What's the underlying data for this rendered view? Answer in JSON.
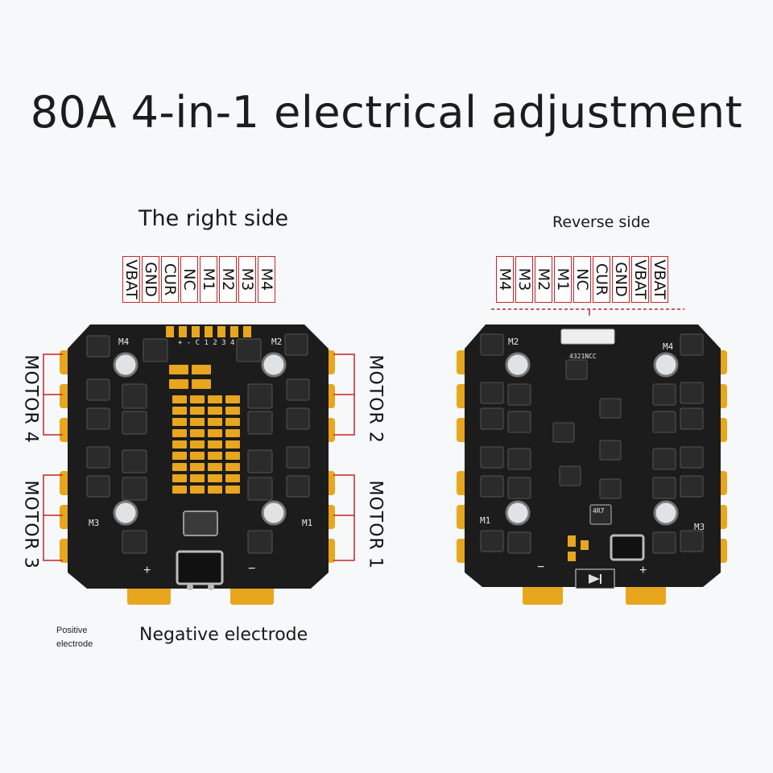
{
  "title": "80A 4-in-1 electrical adjustment",
  "front": {
    "heading": "The right side",
    "pins": [
      "VBAT",
      "GND",
      "CUR",
      "NC",
      "M1",
      "M2",
      "M3",
      "M4"
    ],
    "motor_labels": {
      "top_left": "MOTOR 4",
      "bottom_left": "MOTOR 3",
      "top_right": "MOTOR 2",
      "bottom_right": "MOTOR 1"
    },
    "silkscreen": {
      "m4": "M4",
      "m2": "M2",
      "m3": "M3",
      "m1": "M1",
      "connector": "+ - C 1 2 3 4",
      "plus": "+",
      "minus": "−"
    }
  },
  "reverse": {
    "heading": "Reverse side",
    "pins": [
      "M4",
      "M3",
      "M2",
      "M1",
      "NC",
      "CUR",
      "GND",
      "VBAT",
      "VBAT"
    ],
    "silkscreen": {
      "m2": "M2",
      "m4": "M4",
      "m1": "M1",
      "m3": "M3",
      "connector": "4321NCC",
      "minus": "−",
      "plus": "+",
      "inductor": "4R7"
    }
  },
  "footer": {
    "positive": "Positive electrode",
    "negative": "Negative electrode"
  },
  "colors": {
    "pcb": "#1c1c1c",
    "pad": "#e8a61e",
    "pin_border": "#c4262b",
    "silk": "#e8e8e8",
    "chip": "#2b2b2b"
  }
}
